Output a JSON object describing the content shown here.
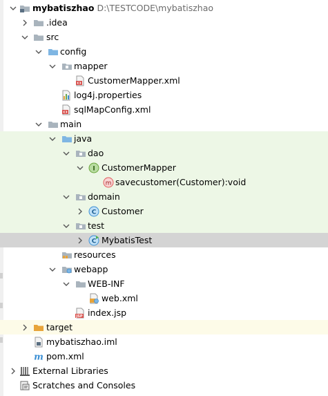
{
  "project": {
    "name": "mybatiszhao",
    "path": "D:\\TESTCODE\\mybatiszhao"
  },
  "nodes": {
    "idea": ".idea",
    "src": "src",
    "config": "config",
    "mapper": "mapper",
    "customer_mapper_xml": "CustomerMapper.xml",
    "log4j": "log4j.properties",
    "sqlmap": "sqlMapConfig.xml",
    "main": "main",
    "java": "java",
    "dao": "dao",
    "customer_mapper": "CustomerMapper",
    "save_method": "savecustomer(Customer):void",
    "domain": "domain",
    "customer": "Customer",
    "test": "test",
    "mybatis_test": "MybatisTest",
    "resources": "resources",
    "webapp": "webapp",
    "webinf": "WEB-INF",
    "webxml": "web.xml",
    "indexjsp": "index.jsp",
    "target": "target",
    "iml": "mybatiszhao.iml",
    "pom": "pom.xml",
    "ext_libs": "External Libraries",
    "scratches": "Scratches and Consoles"
  },
  "badges": {
    "interface": "I",
    "class": "C",
    "method": "m",
    "jsp": "JSP",
    "maven": "m"
  },
  "colors": {
    "folder": "#a9b4bd",
    "source_folder": "#7fb6e3",
    "target_folder": "#e8a43a",
    "interface": "#68a53a",
    "class": "#3b8fd4",
    "method": "#e05a5a",
    "selected": "#d4d4d4",
    "source_highlight": "#edf7e6"
  }
}
